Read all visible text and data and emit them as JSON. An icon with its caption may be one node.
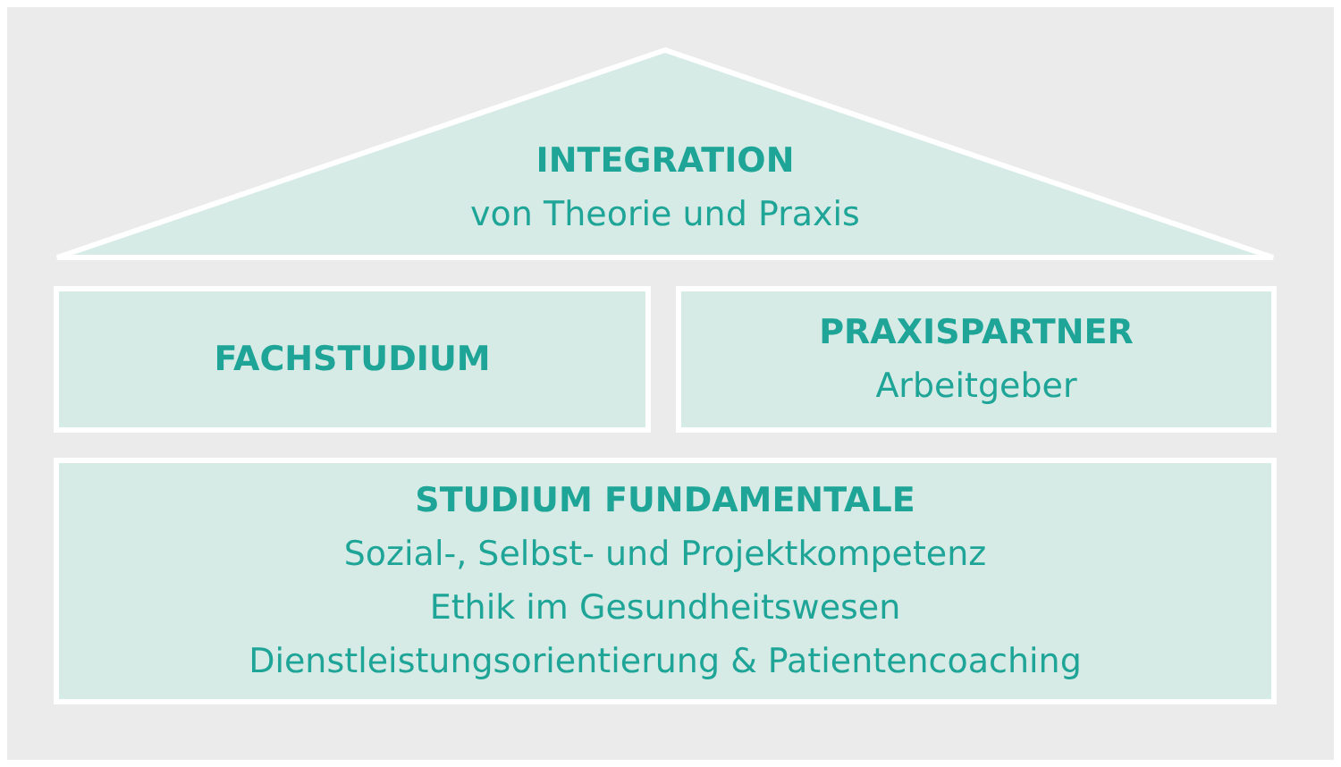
{
  "diagram": {
    "nodes": [
      {
        "text": [
          "INTEGRATION",
          "von Theorie und Praxis"
        ]
      },
      {
        "text": [
          "FACHSTUDIUM"
        ]
      },
      {
        "text": [
          "PRAXISPARTNER",
          "Arbeitgeber"
        ]
      },
      {
        "text": [
          "STUDIUM FUNDAMENTALE",
          "Sozial-, Selbst- und Projektkompetenz",
          "Ethik im Gesundheitswesen",
          "Dienstleistungsorientierung & Patientencoaching"
        ]
      }
    ],
    "edges": []
  }
}
